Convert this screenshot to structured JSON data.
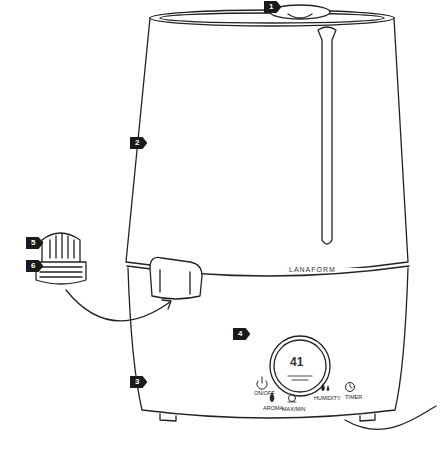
{
  "diagram": {
    "labels": [
      "1",
      "2",
      "3",
      "4",
      "5",
      "6",
      "LANAFORM",
      "41",
      "ON/OFF",
      "AROMA",
      "MAX/MIN",
      "HUMIDITY",
      "TIMER"
    ]
  }
}
